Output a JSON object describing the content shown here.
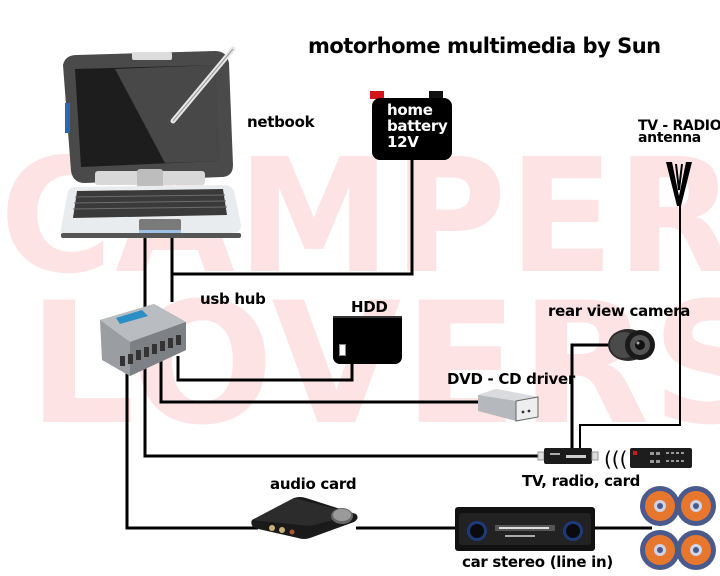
{
  "title": "motorhome multimedia by Sun",
  "watermark": {
    "line1": "CAMPER",
    "line2": "LOVERS",
    "color": "#fde3e3"
  },
  "devices": {
    "netbook": {
      "label": "netbook",
      "icon": "netbook-icon"
    },
    "battery": {
      "line1": "home",
      "line2": "battery",
      "line3": "12V",
      "icon": "battery-icon"
    },
    "antenna": {
      "line1": "TV - RADIO",
      "line2": "antenna",
      "icon": "antenna-icon"
    },
    "usb_hub": {
      "label": "usb hub",
      "icon": "usb-hub-icon"
    },
    "hdd": {
      "label": "HDD",
      "icon": "hdd-icon"
    },
    "dvd": {
      "label": "DVD - CD driver",
      "icon": "dvd-drive-icon"
    },
    "camera": {
      "label": "rear view camera",
      "icon": "camera-icon"
    },
    "tv_card": {
      "label": "TV, radio, card",
      "icon": "tv-tuner-icon"
    },
    "remote": {
      "icon": "remote-control-icon"
    },
    "audio_card": {
      "label": "audio card",
      "icon": "audio-card-icon"
    },
    "car_stereo": {
      "label": "car stereo (line in)",
      "icon": "car-stereo-icon"
    },
    "speakers": {
      "icon": "speakers-icon",
      "count": 4
    }
  },
  "colors": {
    "wire": "#000000",
    "battery_terminal_pos": "#d4151b",
    "speaker_orange": "#e8772e",
    "speaker_blue": "#4a5a8c"
  }
}
